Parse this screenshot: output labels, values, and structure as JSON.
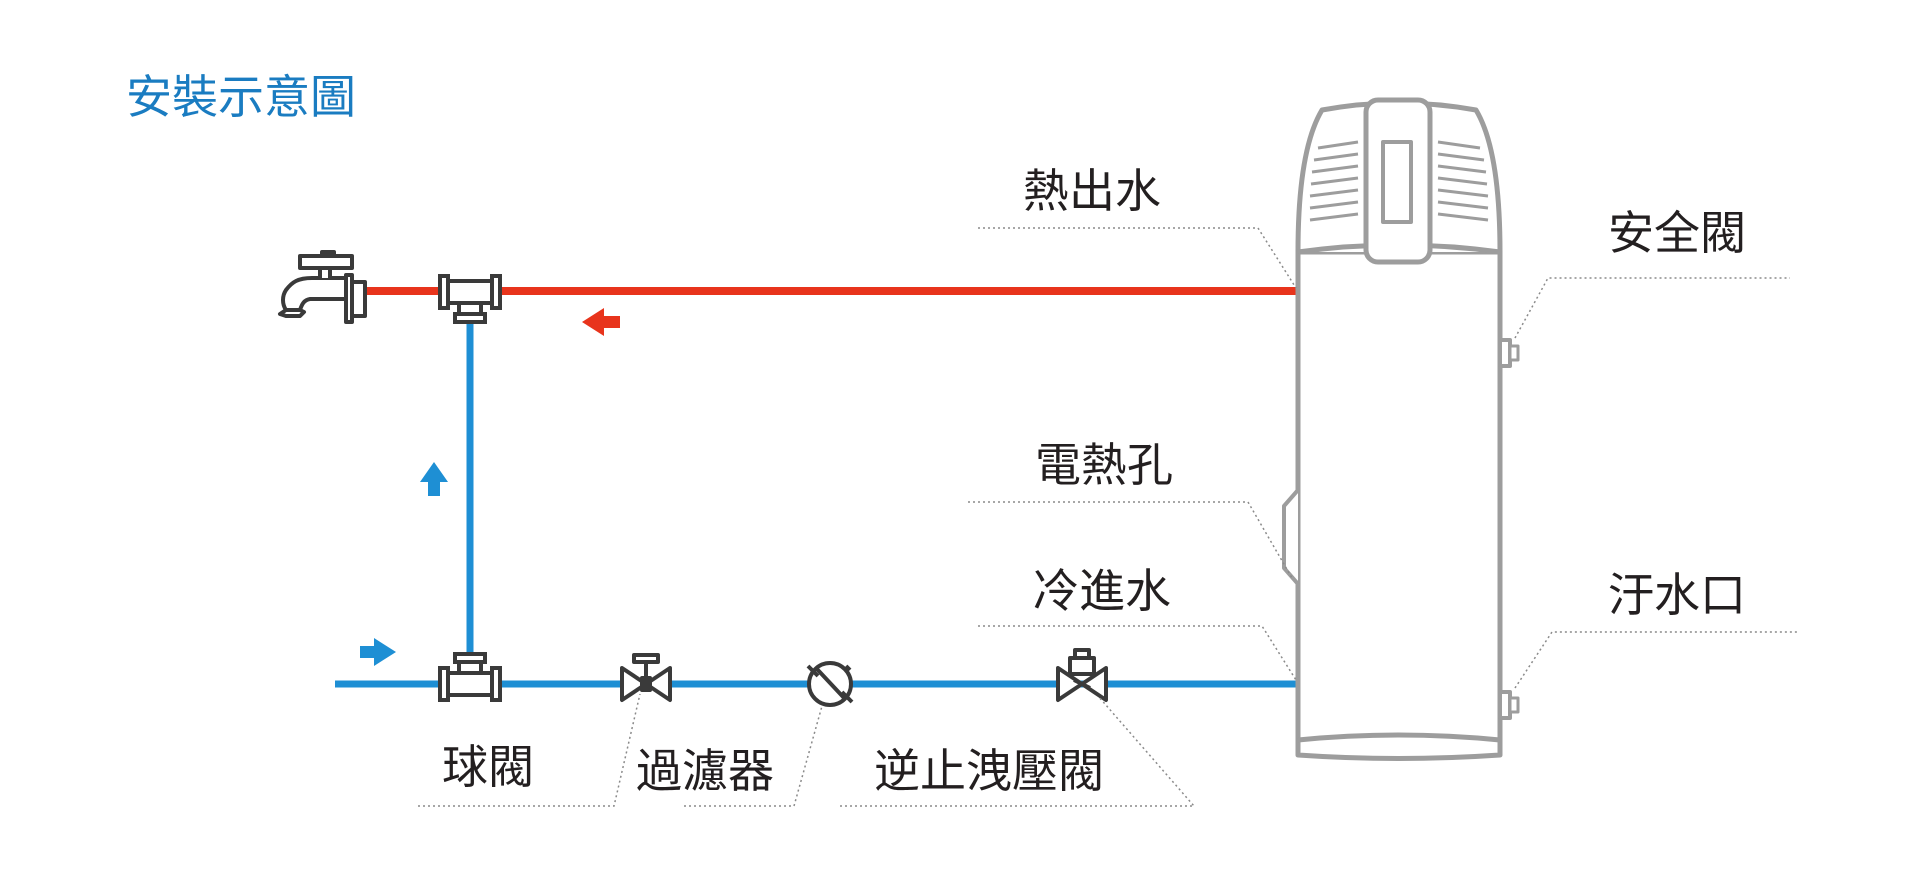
{
  "title": "安裝示意圖",
  "labels": {
    "hot_water_out": "熱出水",
    "safety_valve": "安全閥",
    "electric_heating_port": "電熱孔",
    "cold_water_in": "冷進水",
    "drain_outlet": "汙水口",
    "ball_valve": "球閥",
    "filter": "過濾器",
    "check_relief_valve": "逆止洩壓閥"
  },
  "colors": {
    "title": "#1a7cc1",
    "hot_pipe": "#e8341c",
    "cold_pipe": "#1e8fd4",
    "tank": "#9d9d9d",
    "fittings": "#3a3a3a",
    "leader_lines": "#8a8a8a"
  },
  "icons": [
    "faucet-icon",
    "tee-fitting-icon",
    "ball-valve-icon",
    "filter-icon",
    "check-relief-valve-icon",
    "flow-arrow-icon"
  ]
}
